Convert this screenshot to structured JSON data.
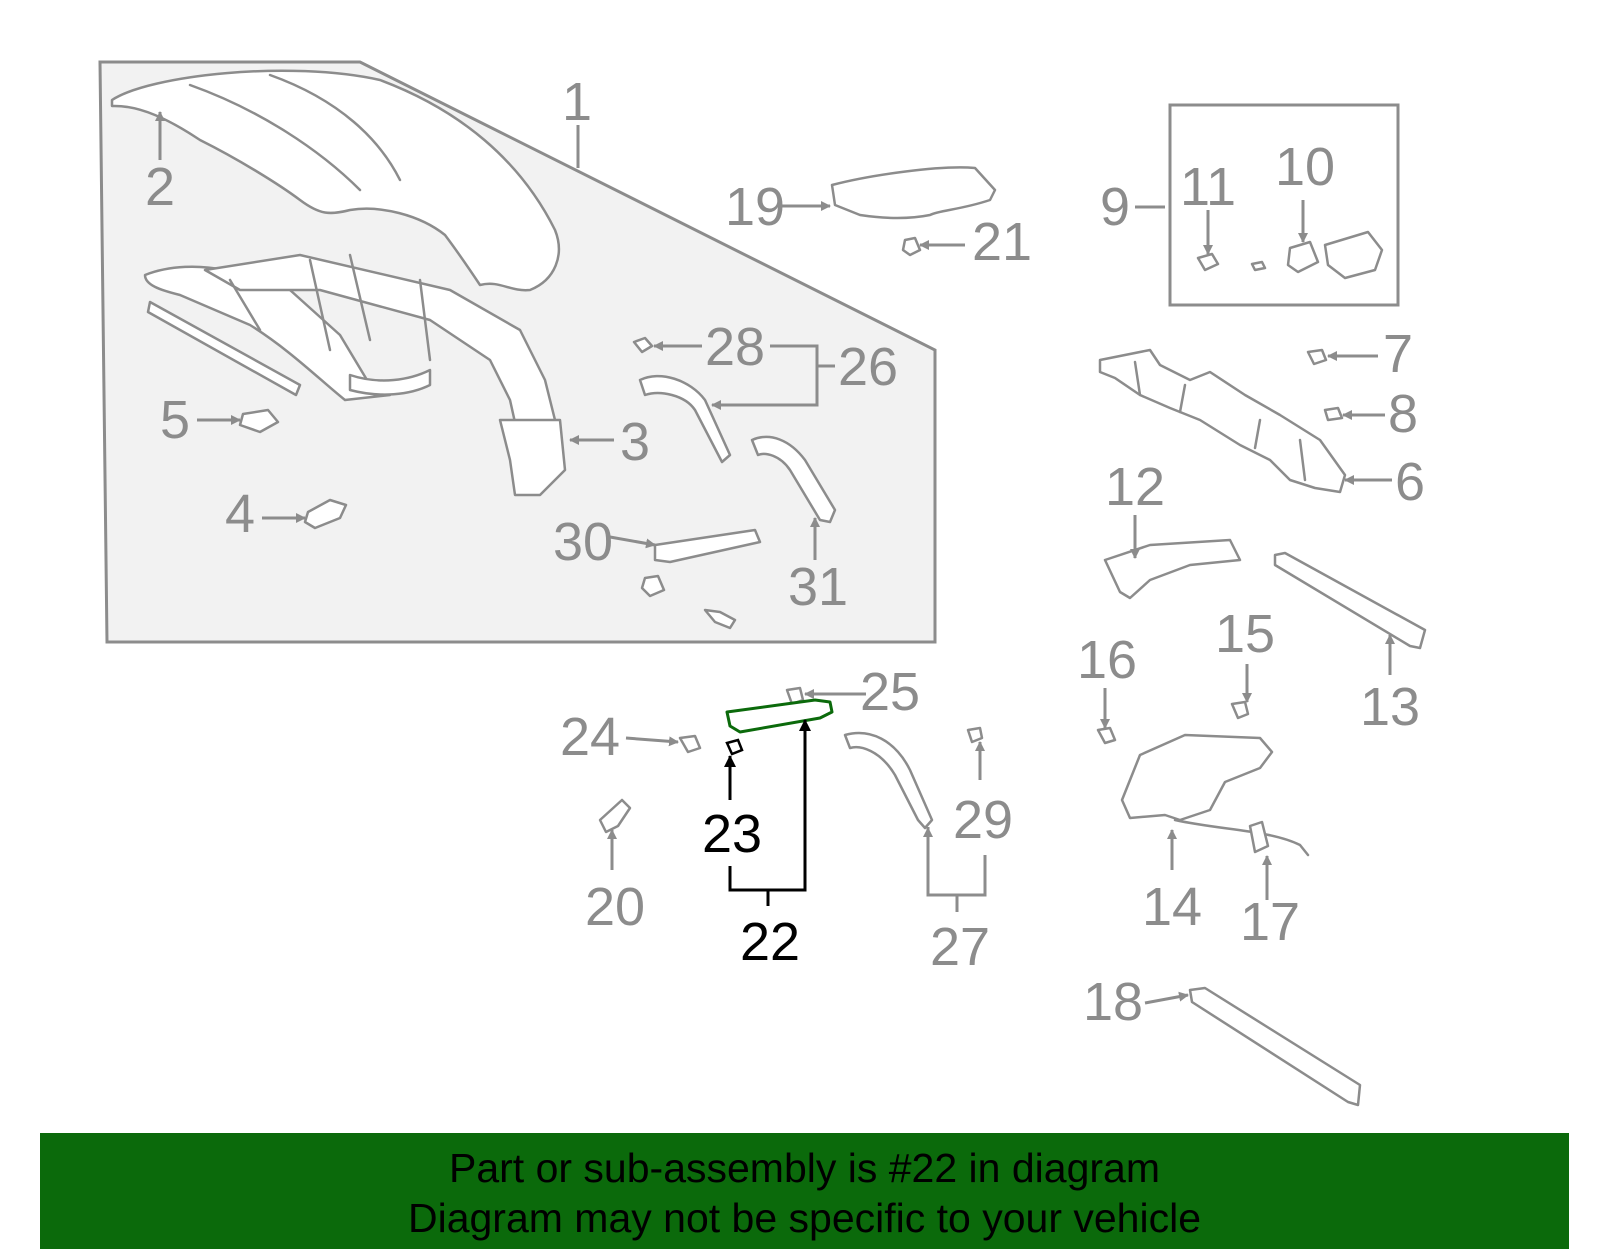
{
  "diagram": {
    "labels": {
      "l1": "1",
      "l2": "2",
      "l3": "3",
      "l4": "4",
      "l5": "5",
      "l6": "6",
      "l7": "7",
      "l8": "8",
      "l9": "9",
      "l10": "10",
      "l11": "11",
      "l12": "12",
      "l13": "13",
      "l14": "14",
      "l15": "15",
      "l16": "16",
      "l17": "17",
      "l18": "18",
      "l19": "19",
      "l20": "20",
      "l21": "21",
      "l22": "22",
      "l23": "23",
      "l24": "24",
      "l25": "25",
      "l26": "26",
      "l27": "27",
      "l28": "28",
      "l29": "29",
      "l30": "30",
      "l31": "31"
    },
    "highlighted_part": "22",
    "colors": {
      "line": "#8c8c8c",
      "highlight": "#000000",
      "highlight_part": "#0b6a0b",
      "panel_fill": "#f2f2f2",
      "banner": "#0b6a0b"
    }
  },
  "banner": {
    "line1": "Part or sub-assembly is #22 in diagram",
    "line2": "Diagram may not be specific to your vehicle"
  }
}
